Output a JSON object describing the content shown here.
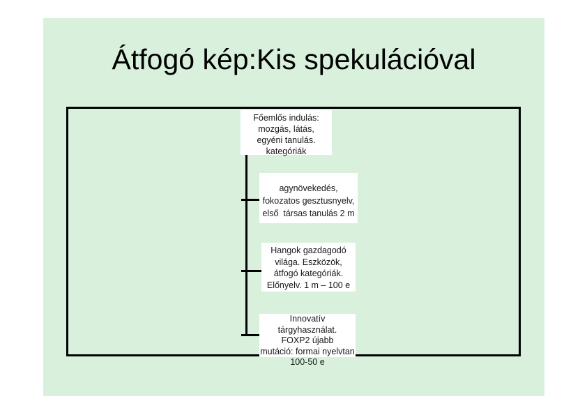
{
  "slide": {
    "title": "Átfogó kép:Kis spekulációval",
    "background_color": "#d9f1dc",
    "page_background": "#ffffff",
    "frame_border_color": "#000000",
    "connector_color": "#000000",
    "box_background": "#ffffff",
    "box_text_color": "#161616"
  },
  "diagram": {
    "boxes": [
      {
        "id": "primate-start",
        "lines": [
          "Főemlős indulás:",
          "mozgás, látás,",
          "egyéni tanulás.",
          "kategóriák"
        ]
      },
      {
        "id": "brain-growth",
        "lines": [
          "agynövekedés,",
          "fokozatos gesztusnyelv,",
          "első  társas tanulás 2 m"
        ]
      },
      {
        "id": "sounds-world",
        "lines": [
          "Hangok gazdagodó",
          "világa. Eszközök,",
          "átfogó kategóriák.",
          "Előnyelv. 1 m – 100 e"
        ]
      },
      {
        "id": "innovative-tool-use",
        "lines": [
          "Innovatív tárgyhasználat.",
          "FOXP2 újabb",
          "mutáció: formai nyelvtan",
          "100-50 e"
        ]
      }
    ]
  }
}
